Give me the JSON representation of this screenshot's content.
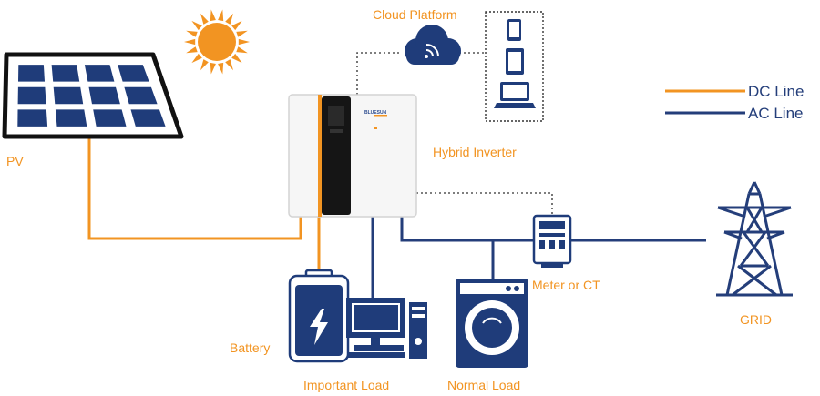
{
  "labels": {
    "cloud_platform": "Cloud Platform",
    "pv": "PV",
    "hybrid_inverter": "Hybrid Inverter",
    "battery": "Battery",
    "important_load": "Important Load",
    "normal_load": "Normal Load",
    "meter": "Meter or CT",
    "grid": "GRID",
    "inverter_brand": "BLUESUN"
  },
  "legend": [
    {
      "label": "DC Line",
      "color": "#f29422"
    },
    {
      "label": "AC Line",
      "color": "#243e7a"
    }
  ],
  "colors": {
    "dc_line": "#f29422",
    "ac_line": "#243e7a",
    "navy": "#1f3c7a",
    "sun": "#f29422",
    "data_line": "#555555"
  }
}
